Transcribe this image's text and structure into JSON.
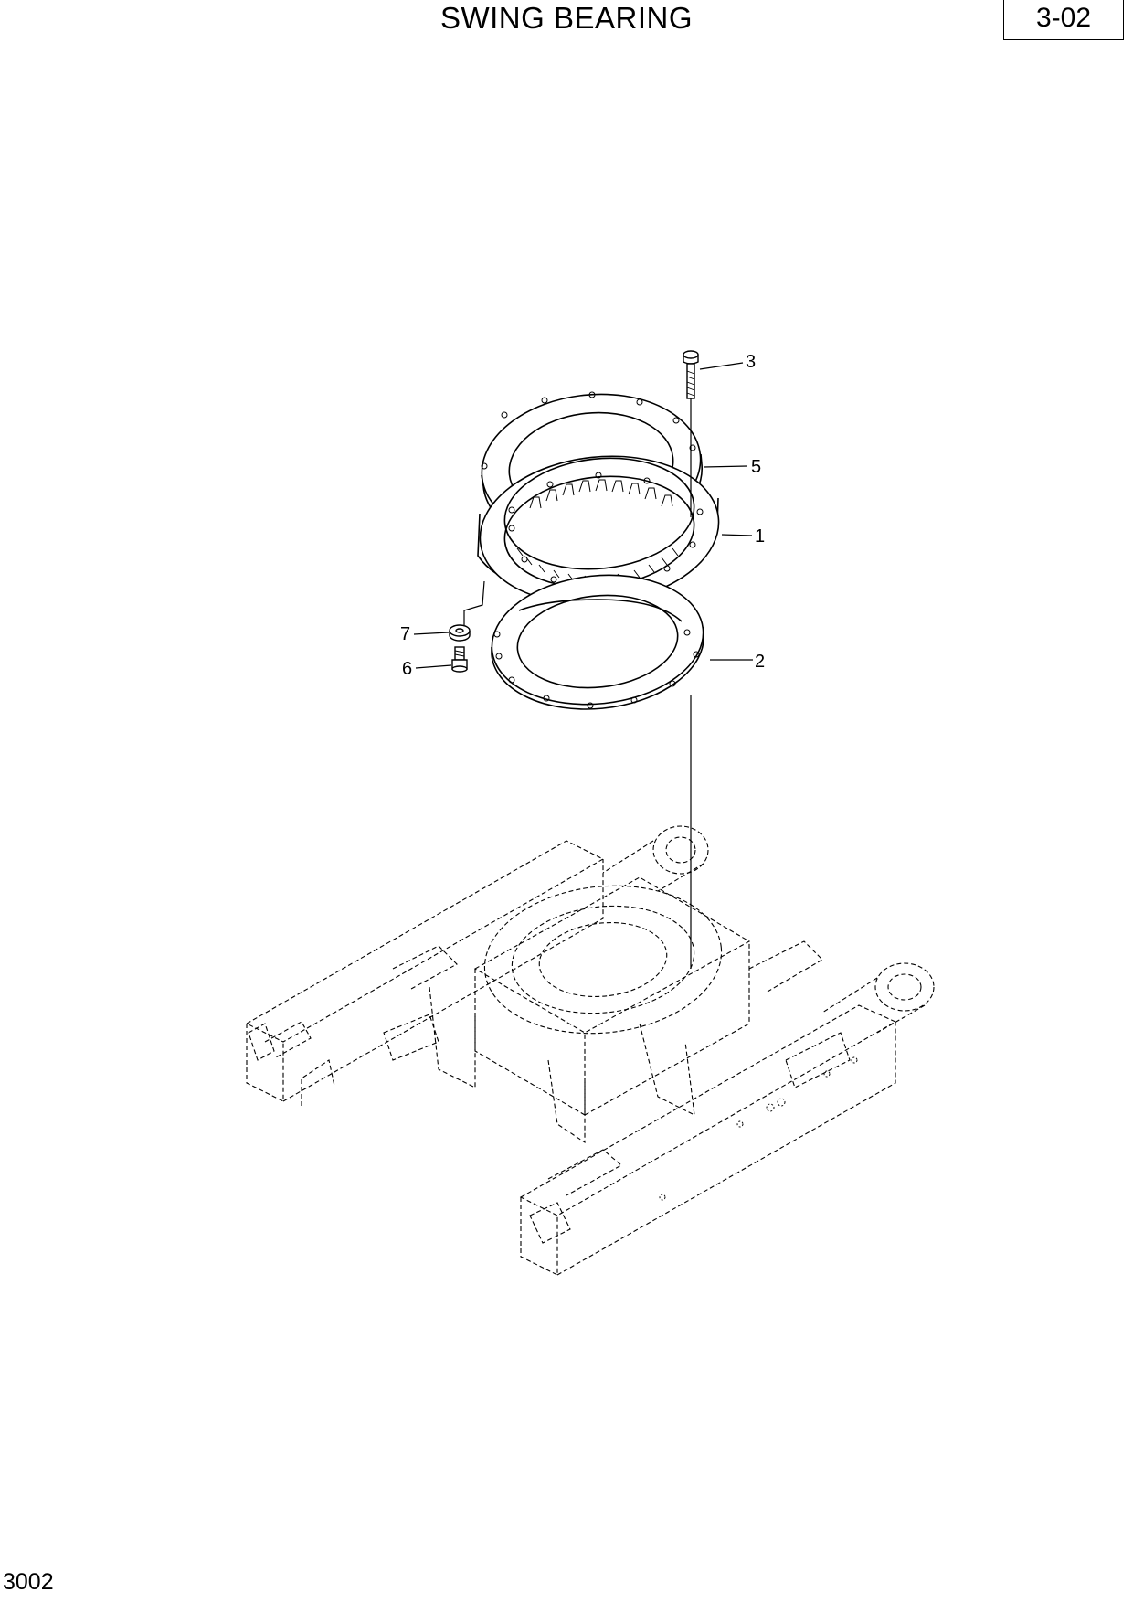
{
  "header": {
    "title": "SWING BEARING",
    "page_code": "3-02"
  },
  "footer": {
    "drawing_id": "3002"
  },
  "callouts": [
    {
      "label": "3",
      "part": "bolt"
    },
    {
      "label": "5",
      "part": "shim-plate"
    },
    {
      "label": "1",
      "part": "swing-bearing"
    },
    {
      "label": "7",
      "part": "washer"
    },
    {
      "label": "6",
      "part": "bolt"
    },
    {
      "label": "2",
      "part": "shim-plate"
    }
  ]
}
